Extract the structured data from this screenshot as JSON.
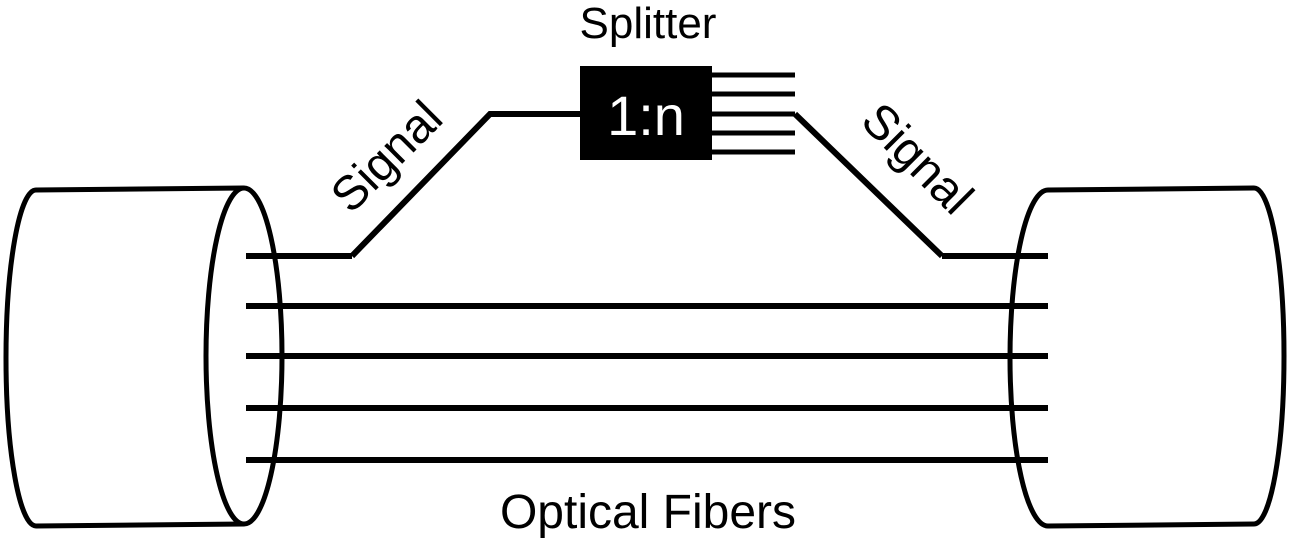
{
  "labels": {
    "splitter_title": "Splitter",
    "splitter_ratio": "1:n",
    "signal_left": "Signal",
    "signal_right": "Signal",
    "fibers_caption": "Optical Fibers"
  },
  "colors": {
    "stroke": "#000000",
    "background": "#ffffff",
    "splitter_fill": "#000000",
    "splitter_text": "#ffffff"
  },
  "counts": {
    "fiber_lines": 5,
    "splitter_output_lines": 5
  }
}
